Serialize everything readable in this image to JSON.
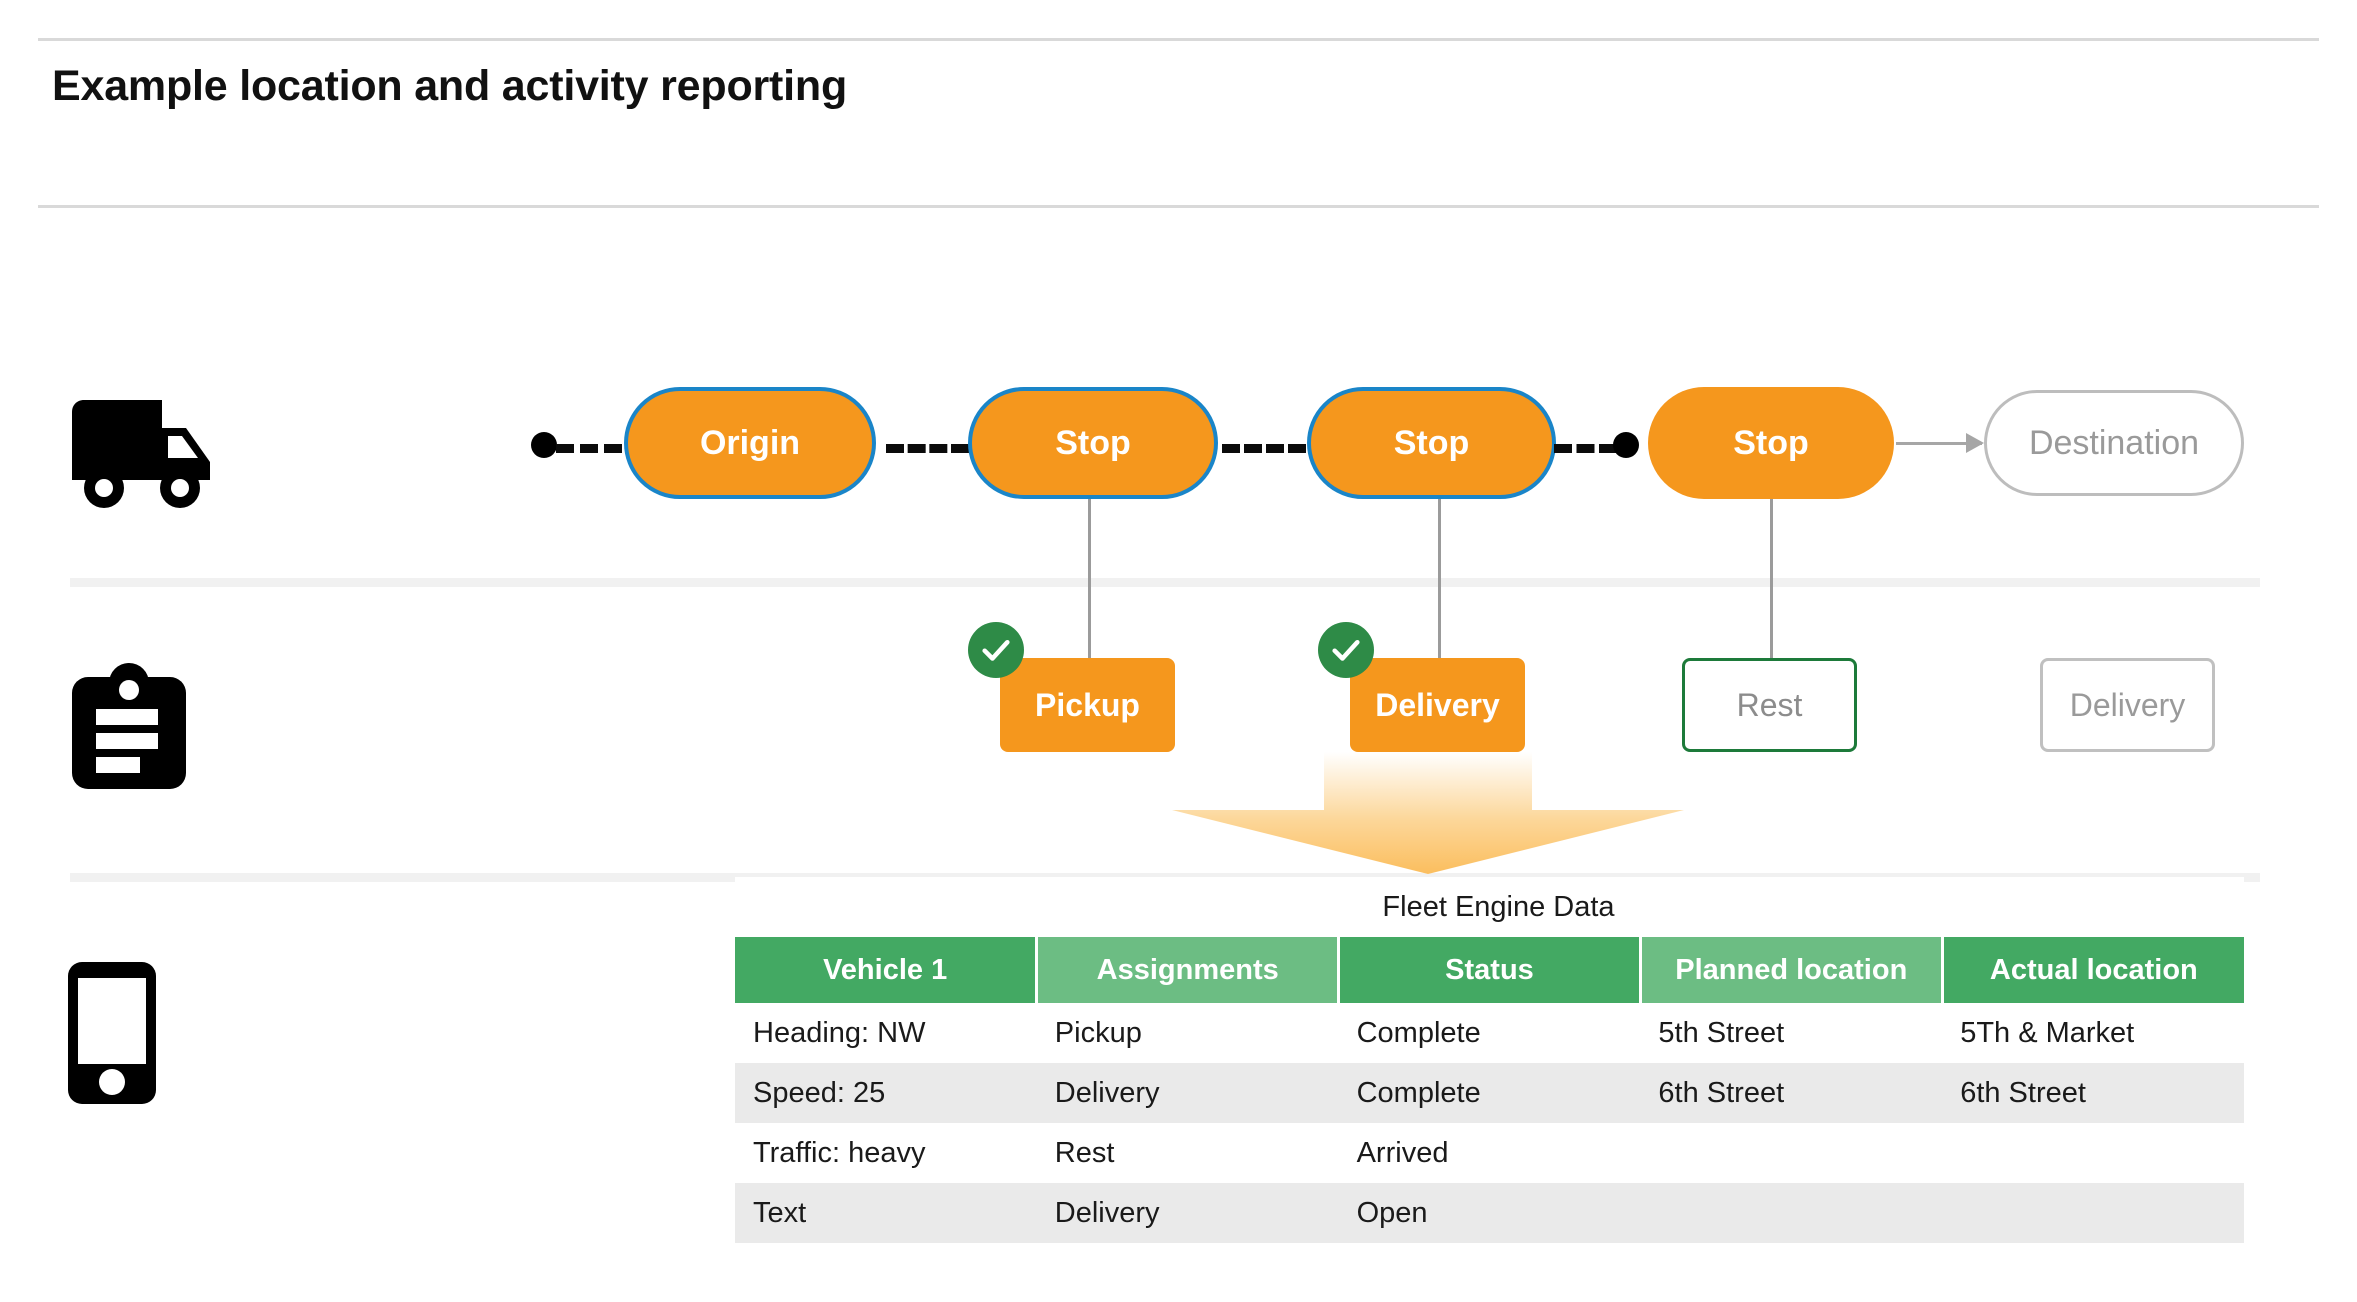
{
  "header": {
    "title": "Example location and activity reporting"
  },
  "rows": {
    "vehicle_icon": "truck-icon",
    "activity_icon": "clipboard-icon",
    "device_icon": "smartphone-icon"
  },
  "route": {
    "start_marker": "route-start-dot",
    "stops": [
      {
        "label": "Origin",
        "style": "active"
      },
      {
        "label": "Stop",
        "style": "active"
      },
      {
        "label": "Stop",
        "style": "active"
      },
      {
        "label": "Stop",
        "style": "current"
      }
    ],
    "destination": {
      "label": "Destination",
      "style": "pending"
    }
  },
  "activities": [
    {
      "label": "Pickup",
      "state": "complete",
      "badge": "check-icon"
    },
    {
      "label": "Delivery",
      "state": "complete",
      "badge": "check-icon"
    },
    {
      "label": "Rest",
      "state": "arrived",
      "badge": ""
    },
    {
      "label": "Delivery",
      "state": "open",
      "badge": ""
    }
  ],
  "table": {
    "title": "Fleet Engine Data",
    "columns": [
      "Vehicle 1",
      "Assignments",
      "Status",
      "Planned location",
      "Actual location"
    ],
    "rows": [
      [
        "Heading: NW",
        "Pickup",
        "Complete",
        "5th Street",
        "5Th & Market"
      ],
      [
        "Speed: 25",
        "Delivery",
        "Complete",
        "6th Street",
        "6th Street"
      ],
      [
        "Traffic: heavy",
        "Rest",
        "Arrived",
        "",
        ""
      ],
      [
        "Text",
        "Delivery",
        "Open",
        "",
        ""
      ]
    ]
  },
  "colors": {
    "orange": "#f5971d",
    "blue_border": "#1a85c8",
    "green_dark": "#22763a",
    "green_header": "#43a963",
    "green_header_alt": "#6cbd83",
    "green_check": "#2e8b47",
    "gray_text": "#9a9a9a",
    "row_alt": "#eaeaea"
  }
}
